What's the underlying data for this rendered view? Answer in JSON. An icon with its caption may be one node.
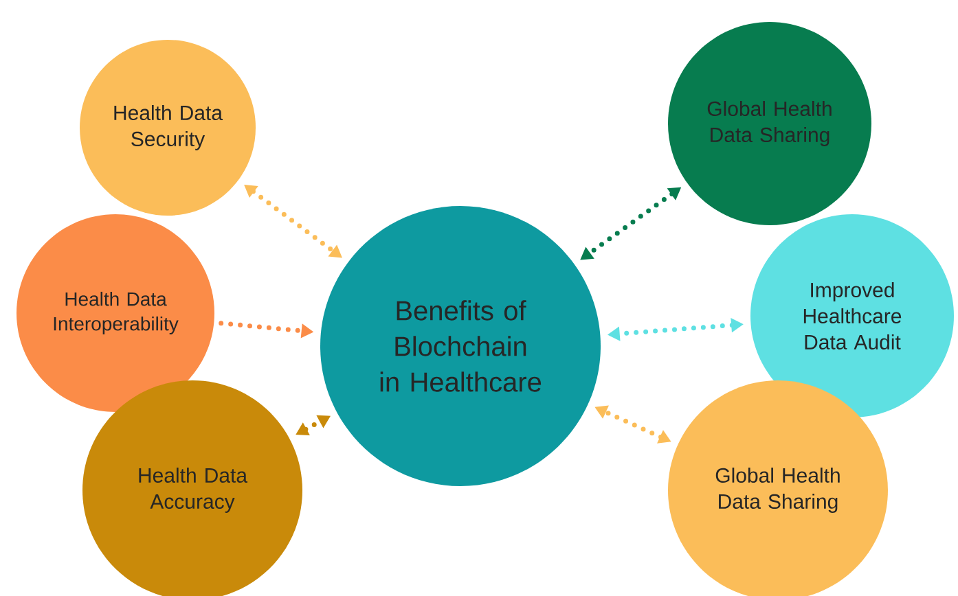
{
  "diagram": {
    "nodes": [
      {
        "text": [
          "Benefits of Blochchain in Healthcare"
        ]
      },
      {
        "text": [
          "Health Data Security"
        ]
      },
      {
        "text": [
          "Health Data Interoperability"
        ]
      },
      {
        "text": [
          "Health Data Accuracy"
        ]
      },
      {
        "text": [
          "Global Health Data Sharing"
        ]
      },
      {
        "text": [
          "Improved Healthcare Data Audit"
        ]
      },
      {
        "text": [
          "Global Health Data Sharing"
        ]
      }
    ],
    "edges": [
      {
        "from": 1,
        "to": 0,
        "arrow": "both",
        "color": "#fbbd59"
      },
      {
        "from": 2,
        "to": 0,
        "arrow": "to",
        "color": "#fb8c48"
      },
      {
        "from": 3,
        "to": 0,
        "arrow": "both",
        "color": "#c98a0a"
      },
      {
        "from": 4,
        "to": 0,
        "arrow": "both",
        "color": "#077c4f"
      },
      {
        "from": 5,
        "to": 0,
        "arrow": "both",
        "color": "#5ee0e2"
      },
      {
        "from": 6,
        "to": 0,
        "arrow": "both",
        "color": "#fbbd59"
      }
    ]
  }
}
